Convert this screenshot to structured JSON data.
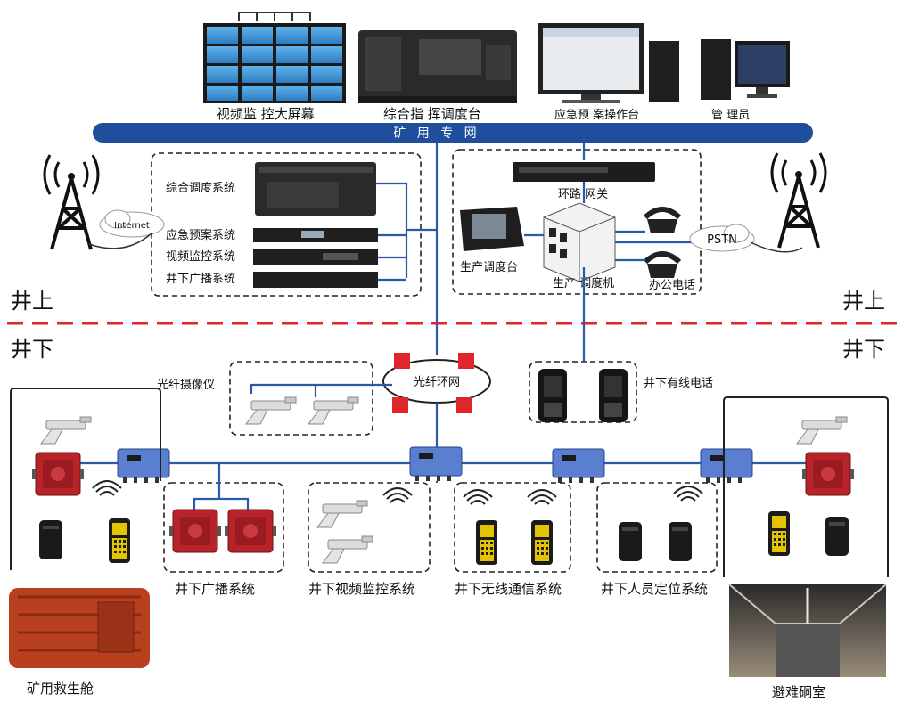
{
  "top": {
    "video_wall_label": "视频监 控大屏幕",
    "dispatch_console_label": "综合指 挥调度台",
    "emergency_console_label": "应急预 案操作台",
    "admin_label": "管 理员"
  },
  "bus": {
    "label": "矿 用 专 网"
  },
  "left_rack": {
    "items": [
      "综合调度系统",
      "应急预案系统",
      "视频监控系统",
      "井下广播系统"
    ]
  },
  "right_core": {
    "ring_gateway": "环路 网关",
    "production_console": "生产调度台",
    "production_switch": "生产 调度机",
    "office_phone": "办公电话",
    "pstn": "PSTN"
  },
  "internet": {
    "label": "Internet"
  },
  "zones": {
    "above_left": "井上",
    "above_right": "井上",
    "below_left": "井下",
    "below_right": "井下"
  },
  "underground": {
    "fiber_camera": "光纤摄像仪",
    "fiber_ring": "光纤环网",
    "wired_phone": "井下有线电话",
    "broadcast": "井下广播系统",
    "video_monitor": "井下视频监控系统",
    "wireless": "井下无线通信系统",
    "personnel": "井下人员定位系统",
    "rescue_capsule": "矿用救生舱",
    "refuge_chamber": "避难硐室"
  },
  "colors": {
    "bus_blue": "#1f4f9c",
    "link_blue": "#2a5aa8",
    "alarm_red": "#e0262b",
    "device_red": "#b8232a",
    "node_blue": "#5a7fd0"
  }
}
